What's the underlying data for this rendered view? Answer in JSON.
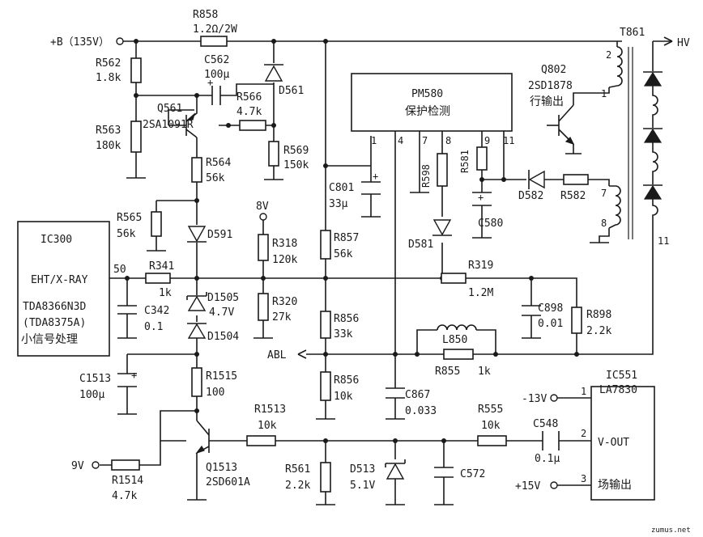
{
  "supply": {
    "b_plus": "+B（135V）",
    "hv": "HV",
    "v8": "8V",
    "v9": "9V",
    "v_neg13": "-13V",
    "v_pos15": "+15V"
  },
  "signals": {
    "abl": "ABL",
    "pin50": "50"
  },
  "ic300": {
    "name": "IC300",
    "pin_label": "EHT/X-RAY",
    "part1": "TDA8366N3D",
    "part2": "(TDA8375A)",
    "func": "小信号处理"
  },
  "pm580": {
    "name": "PM580",
    "func": "保护检测",
    "pins": [
      "1",
      "4",
      "7",
      "8",
      "9",
      "11"
    ]
  },
  "ic551": {
    "name": "IC551",
    "part": "LA7830",
    "pin1": "1",
    "pin2": "2",
    "pin3": "3",
    "vout": "V-OUT",
    "func": "场输出"
  },
  "t861": {
    "name": "T861",
    "pins": [
      "2",
      "1",
      "7",
      "8",
      "11"
    ]
  },
  "transistors": {
    "q561": {
      "name": "Q561",
      "part": "2SA1091R"
    },
    "q802": {
      "name": "Q802",
      "part": "2SD1878",
      "func": "行输出"
    },
    "q1513": {
      "name": "Q1513",
      "part": "2SD601A"
    }
  },
  "resistors": {
    "r858": {
      "name": "R858",
      "value": "1.2Ω/2W"
    },
    "r562": {
      "name": "R562",
      "value": "1.8k"
    },
    "r563": {
      "name": "R563",
      "value": "180k"
    },
    "r566": {
      "name": "R566",
      "value": "4.7k"
    },
    "r569": {
      "name": "R569",
      "value": "150k"
    },
    "r564": {
      "name": "R564",
      "value": "56k"
    },
    "r565": {
      "name": "R565",
      "value": "56k"
    },
    "r341": {
      "name": "R341",
      "value": "1k"
    },
    "r318": {
      "name": "R318",
      "value": "120k"
    },
    "r320": {
      "name": "R320",
      "value": "27k"
    },
    "r857": {
      "name": "R857",
      "value": "56k"
    },
    "r856a": {
      "name": "R856",
      "value": "33k"
    },
    "r856b": {
      "name": "R856",
      "value": "10k"
    },
    "r598": {
      "name": "R598"
    },
    "r581": {
      "name": "R581"
    },
    "r582": {
      "name": "R582"
    },
    "r319": {
      "name": "R319",
      "value": "1.2M"
    },
    "r898": {
      "name": "R898",
      "value": "2.2k"
    },
    "r855": {
      "name": "R855",
      "value": "1k"
    },
    "r1515": {
      "name": "R1515",
      "value": "100"
    },
    "r1513": {
      "name": "R1513",
      "value": "10k"
    },
    "r1514": {
      "name": "R1514",
      "value": "4.7k"
    },
    "r561": {
      "name": "R561",
      "value": "2.2k"
    },
    "r555": {
      "name": "R555",
      "value": "10k"
    }
  },
  "capacitors": {
    "c562": {
      "name": "C562",
      "value": "100μ"
    },
    "c801": {
      "name": "C801",
      "value": "33μ"
    },
    "c580": {
      "name": "C580"
    },
    "c342": {
      "name": "C342",
      "value": "0.1"
    },
    "c898": {
      "name": "C898",
      "value": "0.01"
    },
    "c1513": {
      "name": "C1513",
      "value": "100μ"
    },
    "c867": {
      "name": "C867",
      "value": "0.033"
    },
    "c548": {
      "name": "C548",
      "value": "0.1μ"
    },
    "c572": {
      "name": "C572"
    }
  },
  "diodes": {
    "d561": {
      "name": "D561"
    },
    "d591": {
      "name": "D591"
    },
    "d1505": {
      "name": "D1505",
      "value": "4.7V"
    },
    "d1504": {
      "name": "D1504"
    },
    "d581": {
      "name": "D581"
    },
    "d582": {
      "name": "D582"
    },
    "d513": {
      "name": "D513",
      "value": "5.1V"
    }
  },
  "inductors": {
    "l850": {
      "name": "L850"
    }
  },
  "watermark": "zumus.net"
}
